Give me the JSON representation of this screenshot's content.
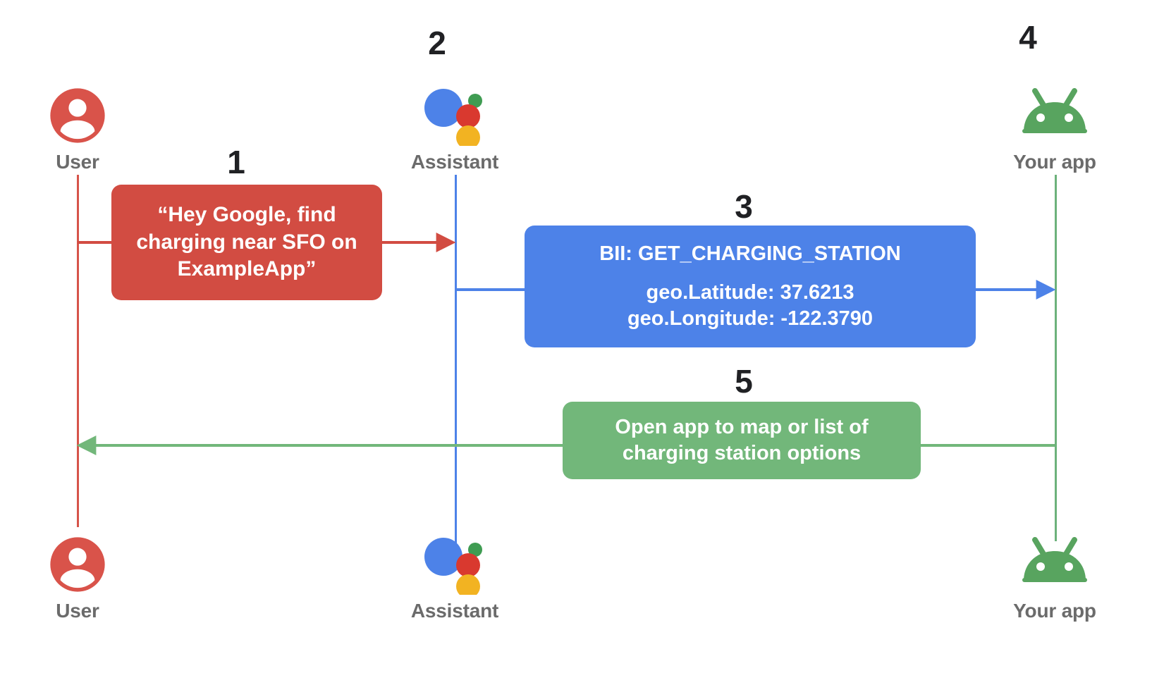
{
  "diagram": {
    "title": "Assistant App Actions sequence diagram",
    "background": "#ffffff",
    "colors": {
      "user_red": "#d24c42",
      "assistant_blue": "#4d82e8",
      "app_green": "#72b77a",
      "lifeline_user": "#d6544a",
      "lifeline_assistant": "#4d82e8",
      "lifeline_app": "#6cb17b",
      "step_number": "#202124",
      "actor_label": "#6b6b6b"
    }
  },
  "actors": {
    "top": [
      {
        "id": "user",
        "label": "User",
        "icon": "user-avatar-icon"
      },
      {
        "id": "assistant",
        "label": "Assistant",
        "icon": "google-assistant-icon"
      },
      {
        "id": "app",
        "label": "Your app",
        "icon": "android-robot-icon"
      }
    ],
    "bottom": [
      {
        "id": "user",
        "label": "User",
        "icon": "user-avatar-icon"
      },
      {
        "id": "assistant",
        "label": "Assistant",
        "icon": "google-assistant-icon"
      },
      {
        "id": "app",
        "label": "Your app",
        "icon": "android-robot-icon"
      }
    ]
  },
  "steps": [
    {
      "number": "1"
    },
    {
      "number": "2"
    },
    {
      "number": "3"
    },
    {
      "number": "4"
    },
    {
      "number": "5"
    }
  ],
  "messages": {
    "utterance": {
      "step": "1",
      "color": "#d24c42",
      "from": "user",
      "to": "assistant",
      "lines": [
        "“Hey Google, find",
        "charging near SFO on",
        "ExampleApp”"
      ]
    },
    "bii": {
      "step": "3",
      "color": "#4d82e8",
      "from": "assistant",
      "to": "app",
      "lines": [
        "BII: GET_CHARGING_STATION",
        "geo.Latitude: 37.6213",
        "geo.Longitude:  -122.3790"
      ],
      "bii_name": "BII: GET_CHARGING_STATION",
      "latitude_label": "geo.Latitude:",
      "latitude_value": "37.6213",
      "longitude_label": "geo.Longitude:",
      "longitude_value": "-122.3790"
    },
    "fulfillment": {
      "step": "5",
      "color": "#72b77a",
      "from": "app",
      "to": "user",
      "lines": [
        "Open app to map or list of",
        "charging station options"
      ]
    }
  }
}
